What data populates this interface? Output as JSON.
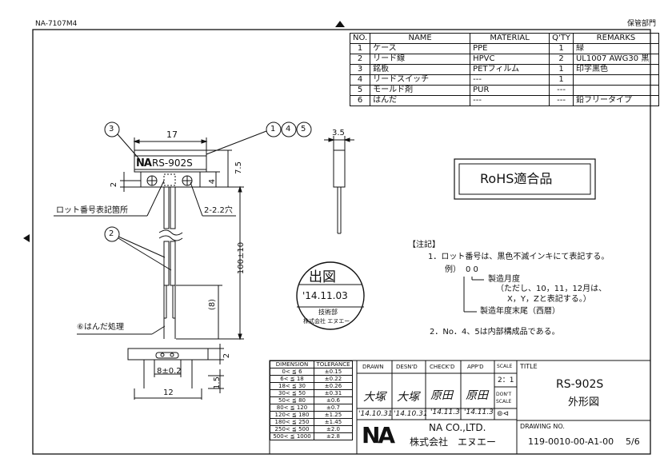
{
  "header": {
    "doc_code": "NA-7107M4",
    "archive": "保管部門"
  },
  "parts_table": {
    "headers": [
      "NO.",
      "NAME",
      "MATERIAL",
      "Q'TY",
      "REMARKS"
    ],
    "rows": [
      [
        "1",
        "ケース",
        "PPE",
        "1",
        "緑"
      ],
      [
        "2",
        "リード線",
        "HPVC",
        "2",
        "UL1007 AWG30 黒"
      ],
      [
        "3",
        "銘板",
        "PETフィルム",
        "1",
        "印字黒色"
      ],
      [
        "4",
        "リードスイッチ",
        "---",
        "1",
        ""
      ],
      [
        "5",
        "モールド剤",
        "PUR",
        "---",
        ""
      ],
      [
        "6",
        "はんだ",
        "---",
        "---",
        "鉛フリータイプ"
      ]
    ]
  },
  "drawing": {
    "label_text": "RS-902S",
    "dim_width": "17",
    "dim_height": "7.5",
    "dim_2": "2",
    "dim_4": "4",
    "dim_3_5": "3.5",
    "dim_total": "100±10",
    "dim_8": "(8)",
    "dim_8_02": "8±0.2",
    "dim_12": "12",
    "dim_1_5": "1.5",
    "dim_2b": "2",
    "hole_label": "2-2.2穴",
    "lot_label": "ロット番号表記箇所",
    "solder_label": "⑥はんだ処理",
    "balloon_3": "3",
    "balloon_1": "1",
    "balloon_4": "4",
    "balloon_5": "5",
    "balloon_2": "2"
  },
  "rohs": "RoHS適合品",
  "stamp": {
    "title": "出図",
    "date": "'14.11.03",
    "dept": "技術部",
    "company": "株式会社 エヌエー"
  },
  "notes": {
    "heading": "【注記】",
    "n1": "1．ロット番号は、黒色不滅インキにて表記する。",
    "example": "例）",
    "example_code": "0 0",
    "month": "製造月度",
    "month_detail1": "（ただし、10，11，12月は、",
    "month_detail2": "X，Y，Zと表記する。）",
    "year": "製造年度末尾（西暦）",
    "n2": "2．No．4、5は内部構成品である。"
  },
  "tolerance": {
    "headers": [
      "DIMENSION",
      "TOLERANCE"
    ],
    "rows": [
      [
        "0< ≦ 6",
        "±0.15"
      ],
      [
        "6< ≦ 18",
        "±0.22"
      ],
      [
        "18< ≦ 30",
        "±0.26"
      ],
      [
        "30< ≦ 50",
        "±0.31"
      ],
      [
        "50< ≦ 80",
        "±0.6"
      ],
      [
        "80< ≦ 120",
        "±0.7"
      ],
      [
        "120< ≦ 180",
        "±1.25"
      ],
      [
        "180< ≦ 250",
        "±1.45"
      ],
      [
        "250< ≦ 500",
        "±2.0"
      ],
      [
        "500< ≦ 1000",
        "±2.8"
      ]
    ]
  },
  "title_block": {
    "drawn": "DRAWN",
    "designed": "DESN'D",
    "checked": "CHECK'D",
    "approved": "APP'D",
    "scale_label": "SCALE",
    "scale": "2：1",
    "dont_scale": "DON'T SCALE",
    "title_label": "TITLE",
    "title": "RS-902S",
    "subtitle": "外形図",
    "sig_drawn": "大塚",
    "sig_designed": "大塚",
    "sig_checked": "原田",
    "sig_approved": "原田",
    "date_drawn": "'14.10.31",
    "date_designed": "'14.10.31",
    "date_checked": "'14.11.3",
    "date_approved": "'14.11.3",
    "company_en": "NA CO.,LTD.",
    "company_jp": "株式会社　エヌエー",
    "logo": "NA",
    "drawing_no_label": "DRAWING NO.",
    "drawing_no": "119-0010-00-A1-00",
    "sheet": "5/6"
  }
}
